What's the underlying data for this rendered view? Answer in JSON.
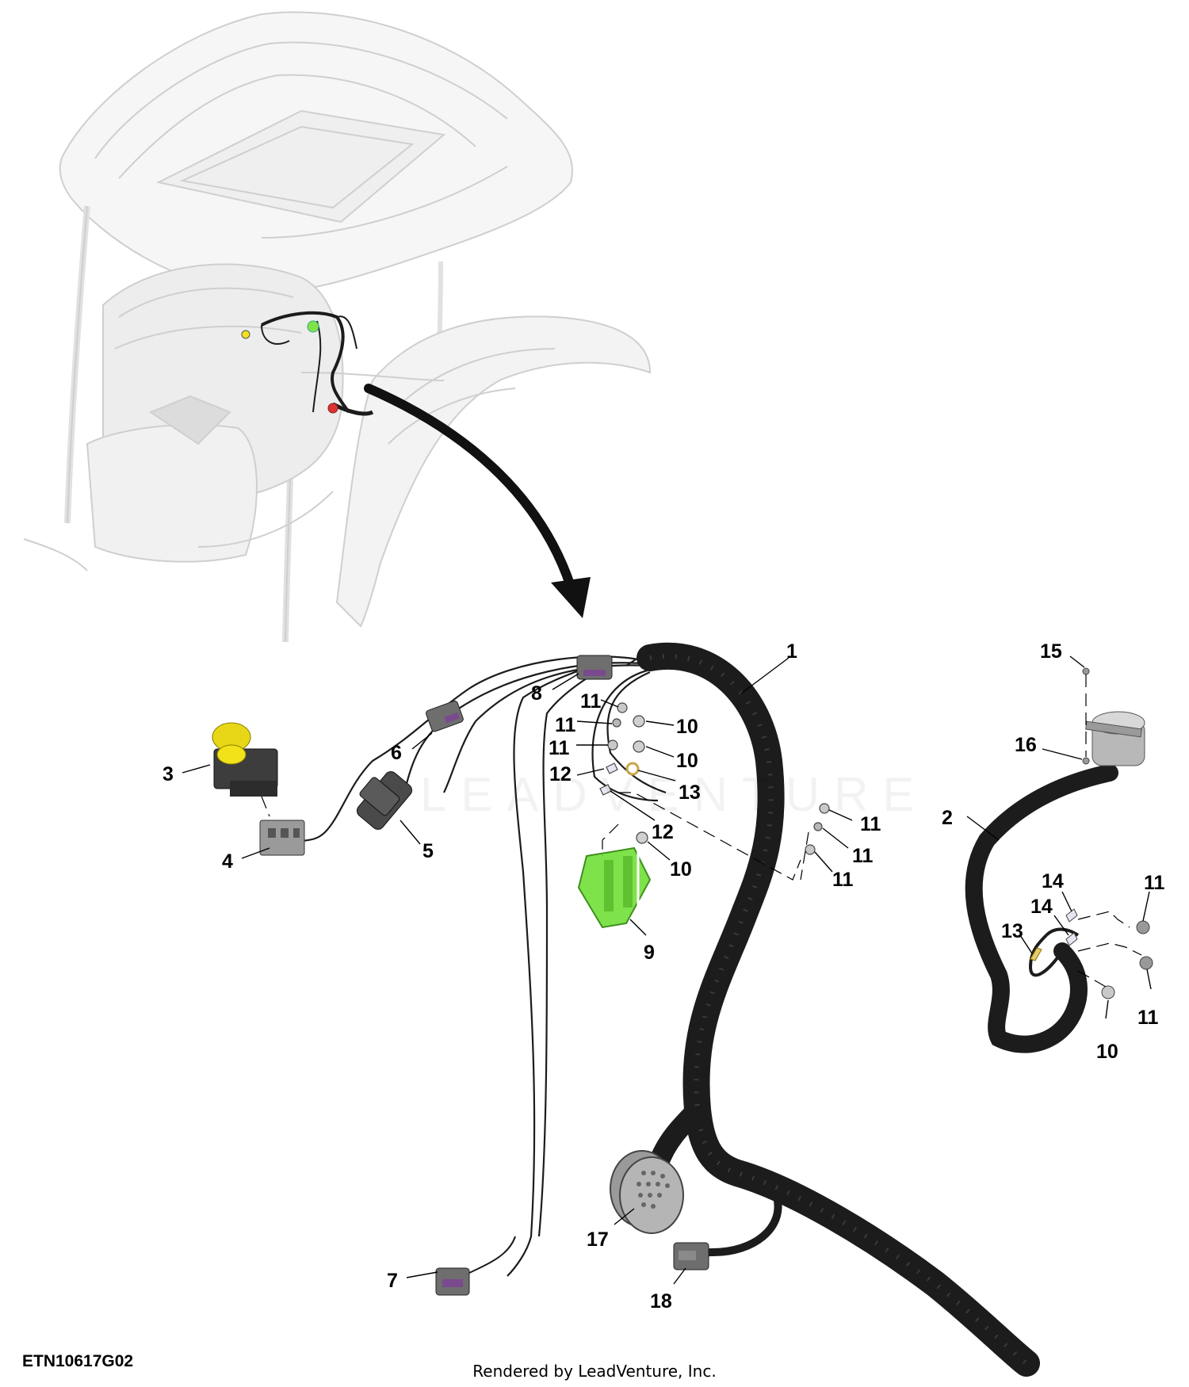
{
  "diagram": {
    "figure_id": "ETN10617G02",
    "credit": "Rendered by LeadVenture, Inc.",
    "watermark": "LEADVENTURE",
    "callouts": [
      "1",
      "2",
      "3",
      "4",
      "5",
      "6",
      "7",
      "8",
      "9",
      "10",
      "10",
      "10",
      "10",
      "11",
      "11",
      "11",
      "11",
      "11",
      "11",
      "11",
      "11",
      "12",
      "12",
      "13",
      "13",
      "14",
      "14",
      "15",
      "16",
      "17",
      "18"
    ]
  },
  "colors": {
    "harness": "#1c1c1c",
    "connector": "#6e6e6e",
    "connector_accent": "#7a4a8e",
    "knob": "#f2e21a",
    "grommet": "#7ee34b",
    "fastener": "#b8b8b8",
    "lug": "#c9a64a",
    "cab_outline": "#cfcfcf"
  }
}
